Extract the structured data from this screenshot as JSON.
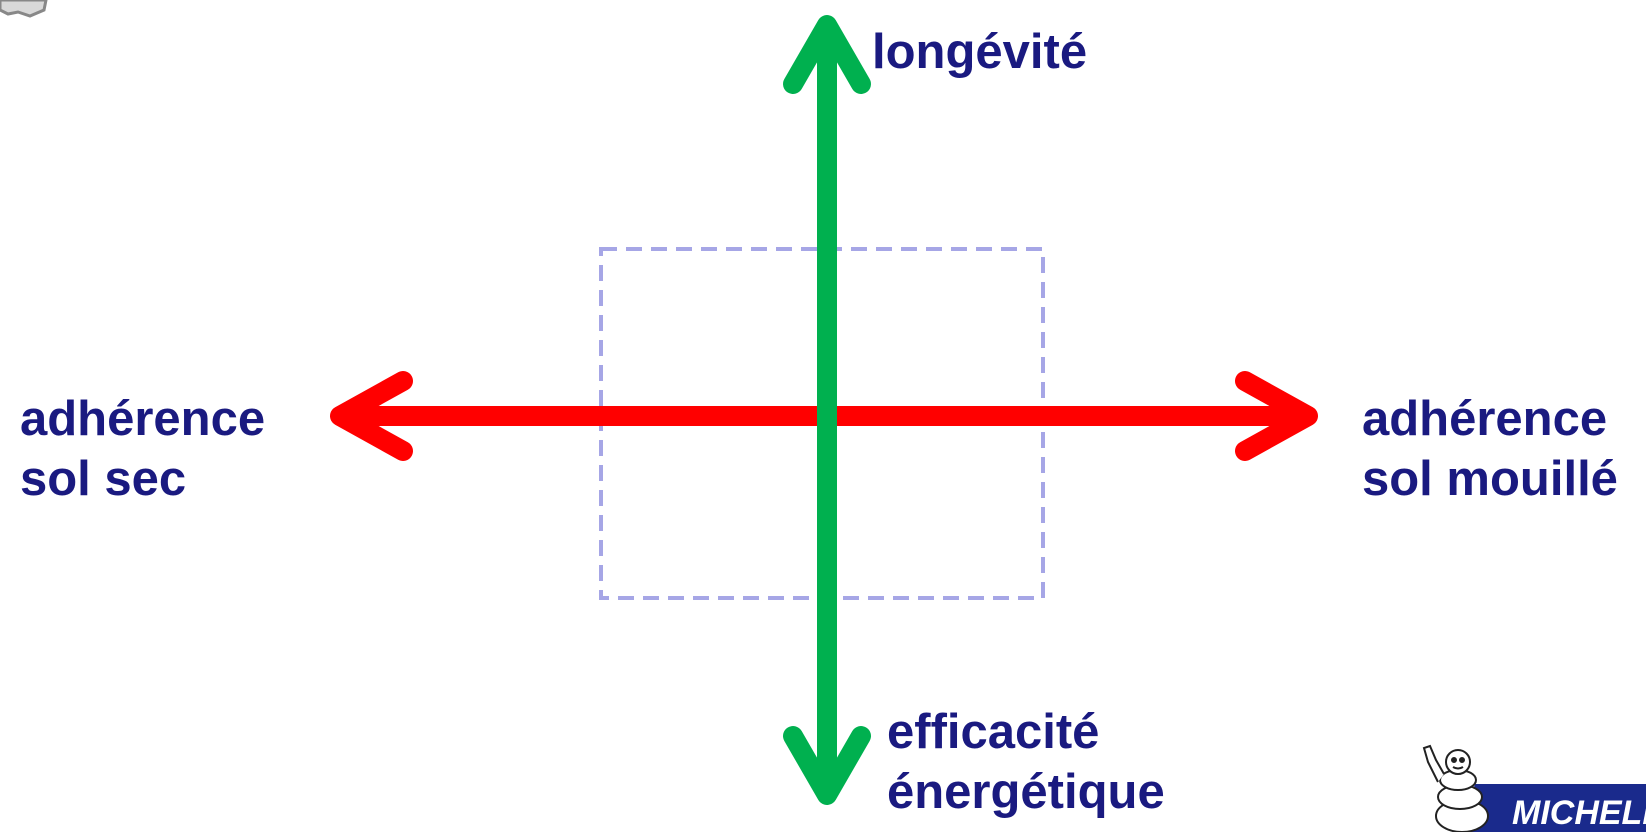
{
  "diagram": {
    "colors": {
      "horizontal_axis": "#ff0000",
      "vertical_axis": "#00b04f",
      "label_text": "#1a1a80",
      "dashed_box": "#a6a6e6",
      "logo_blue": "#1a2a8c"
    },
    "labels": {
      "top": "longévité",
      "left": [
        "adhérence",
        "sol sec"
      ],
      "right": [
        "adhérence",
        "sol mouillé"
      ],
      "bottom": [
        "efficacité",
        "énergétique"
      ]
    }
  },
  "logo": {
    "brand": "MICHELIN",
    "mascot": "bibendum-icon"
  }
}
